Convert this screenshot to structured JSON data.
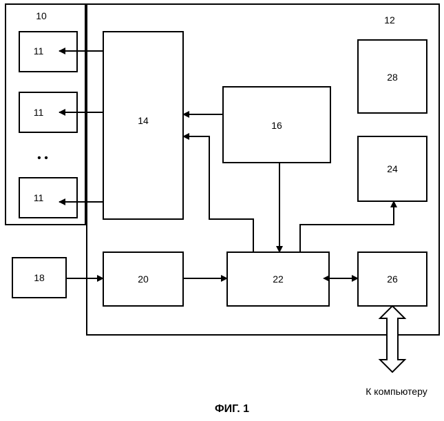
{
  "diagram": {
    "blocks": {
      "b10": "10",
      "b11a": "11",
      "b11b": "11",
      "b11c": "11",
      "b12": "12",
      "b14": "14",
      "b16": "16",
      "b18": "18",
      "b20": "20",
      "b22": "22",
      "b24": "24",
      "b26": "26",
      "b28": "28"
    },
    "ellipsis": "• •",
    "computer_label": "К компьютеру",
    "figure_caption": "ФИГ. 1"
  }
}
